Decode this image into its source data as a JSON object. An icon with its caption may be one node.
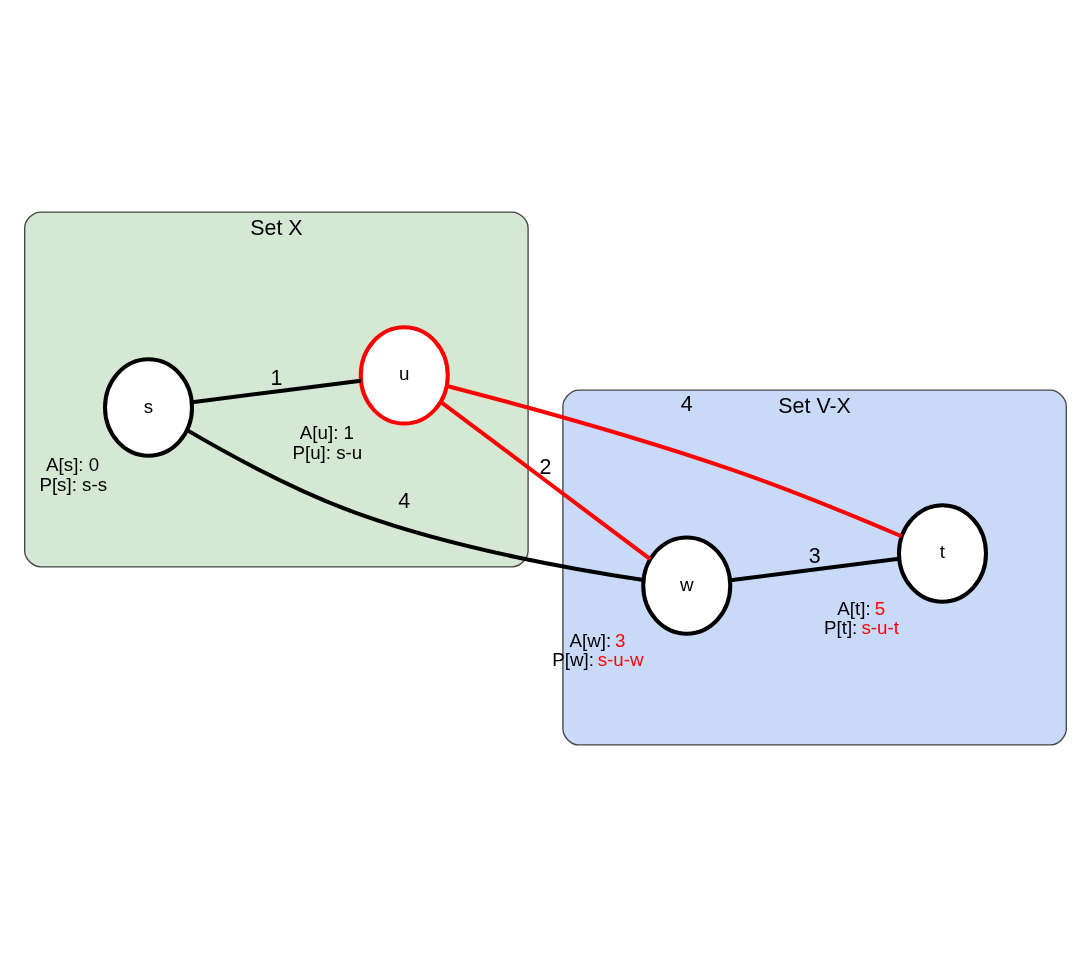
{
  "diagram": {
    "nodes": [
      {
        "text": [
          "Set X"
        ]
      },
      {
        "text": [
          "u"
        ],
        "in": 0,
        "beside": [
          "A[u]: 1",
          "P[u]: s-u"
        ]
      },
      {
        "text": [
          "s"
        ],
        "in": 0,
        "beside": [
          "A[s]: 0",
          "P[s]: s-s"
        ]
      },
      {
        "text": [
          "Set V-X"
        ]
      },
      {
        "text": [
          "t"
        ],
        "in": 3,
        "beside": [
          "A[t]: 5",
          "P[t]: s-u-t"
        ]
      },
      {
        "text": [
          "w"
        ],
        "in": 3,
        "beside": [
          "A[w]: 3",
          "P[w]: s-u-w"
        ]
      }
    ],
    "edges": [
      {
        "from": 2,
        "to": 1,
        "arrow": "none",
        "label": "1"
      },
      {
        "from": 1,
        "to": 4,
        "arrow": "none",
        "label": "4",
        "color": "#ff0000"
      },
      {
        "from": 1,
        "to": 5,
        "arrow": "none",
        "label": "2",
        "color": "#ff0000"
      },
      {
        "from": 2,
        "to": 5,
        "arrow": "none",
        "label": "4"
      },
      {
        "from": 5,
        "to": 4,
        "arrow": "none",
        "label": "3"
      }
    ]
  }
}
